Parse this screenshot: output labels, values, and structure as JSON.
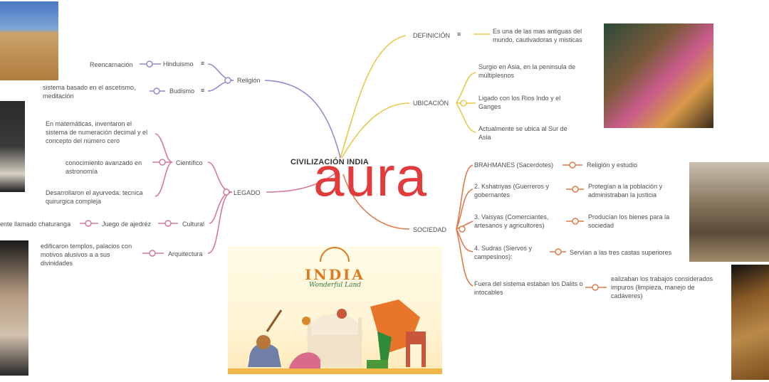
{
  "center": {
    "title": "CIVILIZACIÓN INDIA"
  },
  "watermark": "aura",
  "colors": {
    "purple": "#9a86cf",
    "pink": "#d6789a",
    "yellow": "#e8c84a",
    "orange": "#e07a4a",
    "watermark": "#e23b3b"
  },
  "definicion": {
    "label": "DEFINICIÓN",
    "icon": "note-icon",
    "text": "Es una de las mas antiguas del mundo, cautivadoras y misticas"
  },
  "ubicacion": {
    "label": "UBICACIÓN",
    "items": [
      "Surgio en Asia, en la peninsula de múltiplesnos",
      "Ligado con los Rios Indo y el Ganges",
      "Actualmente se ubica al Sur de Asia"
    ]
  },
  "sociedad": {
    "label": "SOCIEDAD",
    "castes": [
      {
        "name": "BRAHMANES (Sacerdotes)",
        "role": "Religión y estudio"
      },
      {
        "name": "2.      Kshatriyas (Guerreros y gobernantes",
        "role": "Protegían a la población y administraban la justicia"
      },
      {
        "name": "3.      Vaisyas (Comerciantes, artesanos y agricultores)",
        "role": "Producían los bienes para la sociedad"
      },
      {
        "name": "4.      Sudras (Siervos y campesinos):",
        "role": "Servían a las tres castas superiores"
      },
      {
        "name": "Fuera del sistema estaban los Dalits o intocables",
        "role": "ealizaban los trabajos considerados impuros (limpieza, manejo de cadáveres)"
      }
    ]
  },
  "religion": {
    "label": "Religión",
    "hinduismo": {
      "label": "Hinduismo",
      "detail": "Reencarnación"
    },
    "budismo": {
      "label": "Budismo",
      "detail": "sistema basado en el ascetismo, meditación"
    }
  },
  "legado": {
    "label": "LEGADO",
    "cientifico": {
      "label": "Científico",
      "items": [
        "En matemáticas, inventaron el sistema de numeración decimal y el concepto del número cero",
        "conocimiento avanzado en astronomía",
        "Desarrollaron el ayurveda: tecnica quirurgica compleja"
      ]
    },
    "cultural": {
      "label": "Cultural",
      "item": "Juego de ajedréz",
      "detail": "ente llamado chaturanga"
    },
    "arquitectura": {
      "label": "Arquitectura",
      "item": "edificaron templos, palacios con motivos alusivos a a sus divinidades"
    }
  },
  "banner": {
    "title": "INDIA",
    "subtitle": "Wonderful Land"
  }
}
